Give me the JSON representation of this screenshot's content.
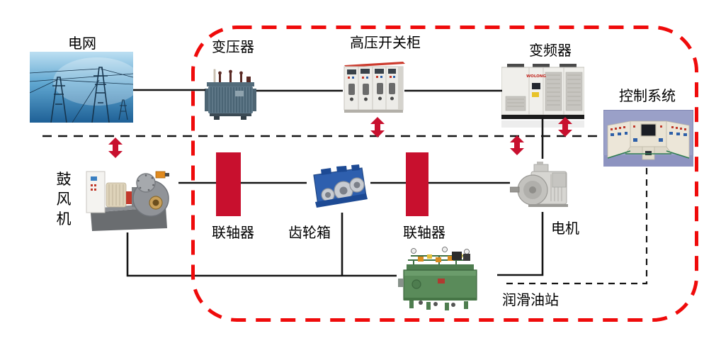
{
  "nodes": {
    "grid": {
      "label": "电网"
    },
    "transformer": {
      "label": "变压器"
    },
    "switchgear": {
      "label": "高压开关柜"
    },
    "vfd": {
      "label": "变频器",
      "brand": "WOLONG"
    },
    "control_system": {
      "label": "控制系统"
    },
    "blower": {
      "label": "鼓风机"
    },
    "coupling_left": {
      "label": "联轴器"
    },
    "gearbox": {
      "label": "齿轮箱"
    },
    "coupling_right": {
      "label": "联轴器"
    },
    "motor": {
      "label": "电机"
    },
    "oil_station": {
      "label": "润滑油站"
    }
  },
  "colors": {
    "boundary_red": "#ef0b0b",
    "coupling_red": "#c8102e",
    "arrow_red": "#c8102e",
    "connector_black": "#151515"
  }
}
